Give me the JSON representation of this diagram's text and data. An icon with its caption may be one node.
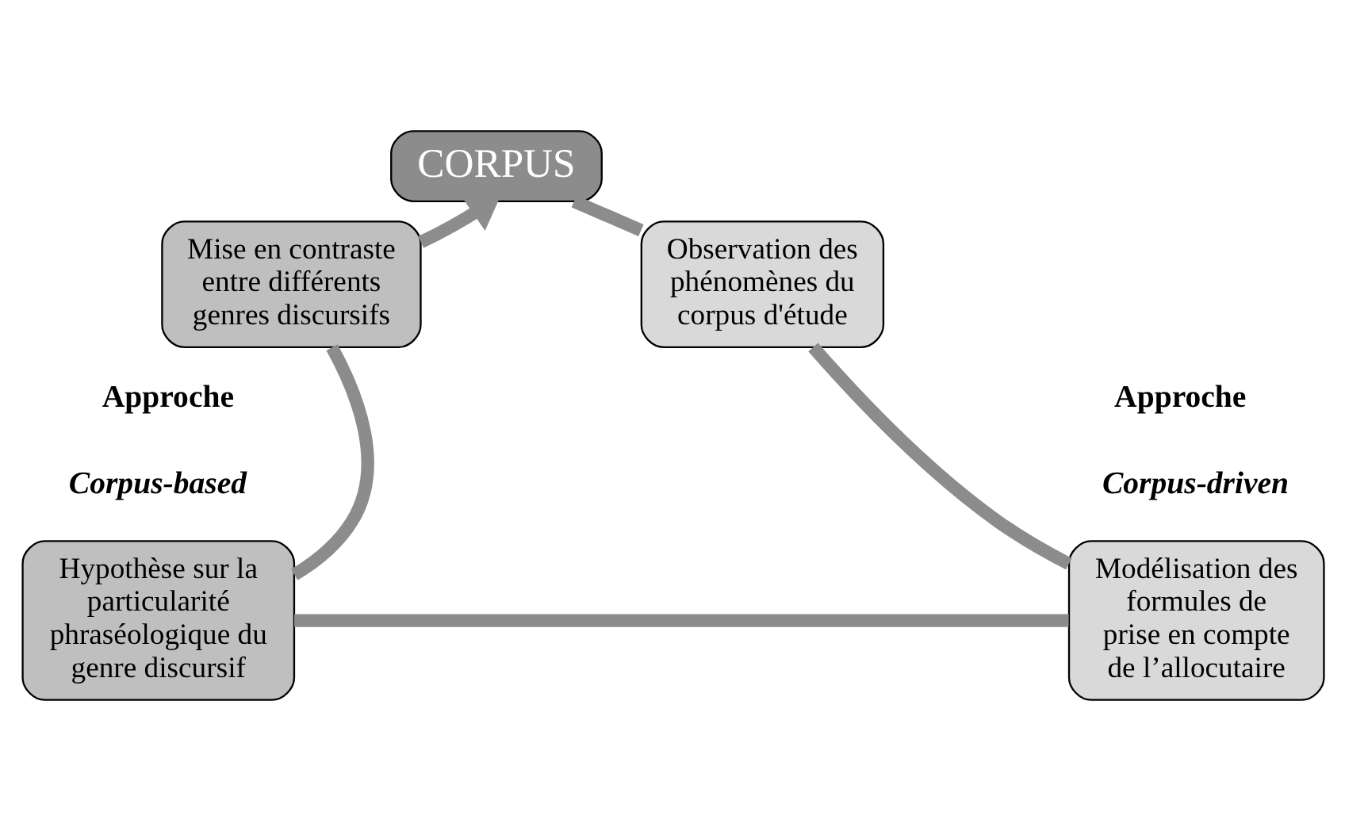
{
  "diagram": {
    "nodes": [
      {
        "text": [
          "CORPUS"
        ]
      },
      {
        "text": [
          "Observation des phénomènes du corpus d'étude"
        ]
      },
      {
        "text": [
          "Modélisation des formules de prise en compte de l’allocutaire"
        ]
      },
      {
        "text": [
          "Hypothèse sur la particularité phraséologique du genre discursif"
        ]
      },
      {
        "text": [
          "Mise en contraste entre différents genres discursifs"
        ]
      }
    ],
    "edges": [
      {
        "from": 0,
        "to": 1,
        "arrow": "none"
      },
      {
        "from": 1,
        "to": 2,
        "arrow": "none"
      },
      {
        "from": 2,
        "to": 3,
        "arrow": "none"
      },
      {
        "from": 3,
        "to": 4,
        "arrow": "none"
      },
      {
        "from": 4,
        "to": 0,
        "arrow": "to"
      }
    ],
    "labels": [
      "Approche",
      "Corpus-based",
      "Approche",
      "Corpus-driven"
    ]
  }
}
